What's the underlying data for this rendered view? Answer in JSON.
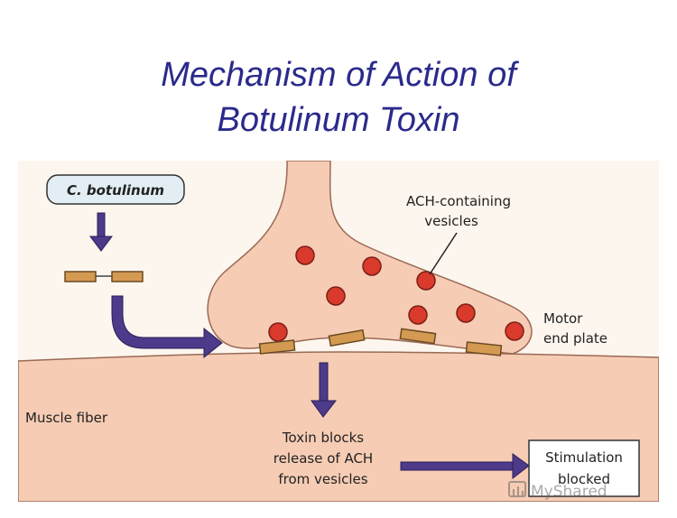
{
  "title": {
    "line1": "Mechanism of Action of",
    "line2": "Botulinum Toxin"
  },
  "diagram": {
    "organism_label": "C. botulinum",
    "vesicles_label_line1": "ACH-containing",
    "vesicles_label_line2": "vesicles",
    "motor_label_line1": "Motor",
    "motor_label_line2": "end plate",
    "muscle_label": "Muscle fiber",
    "toxin_label_line1": "Toxin blocks",
    "toxin_label_line2": "release of ACH",
    "toxin_label_line3": "from vesicles",
    "stim_label_line1": "Stimulation",
    "stim_label_line2": "blocked",
    "watermark": "MyShared"
  },
  "colors": {
    "title": "#2a2a8c",
    "background": "#fdf6ee",
    "tissue": "#f6ccb4",
    "vesicle": "#d93a2c",
    "toxin": "#d49a52",
    "arrow": "#4e3a8a",
    "label_box": "#e2eef3"
  }
}
